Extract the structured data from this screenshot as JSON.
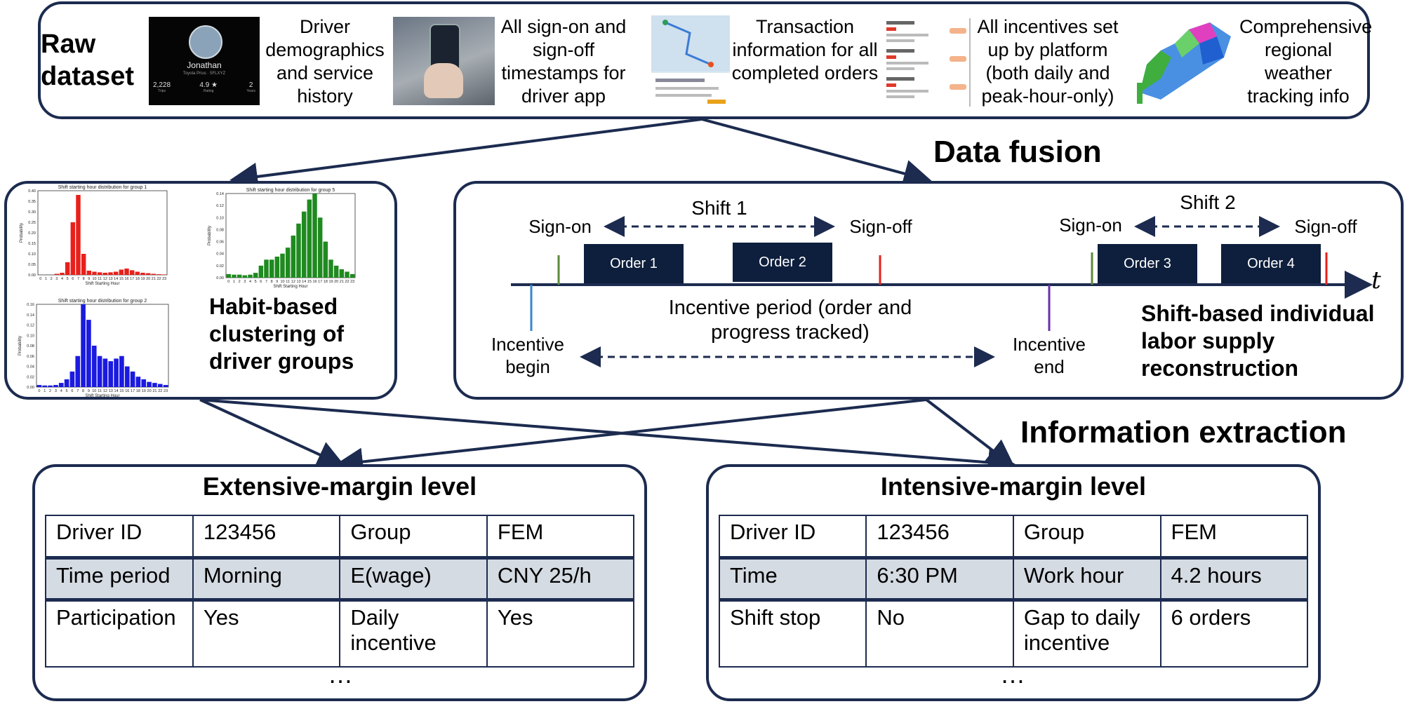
{
  "colors": {
    "navy": "#1c2b4f",
    "order_fill": "#0e1f3d",
    "row_shade": "#d5dbe3",
    "group1_bars": "#e8201b",
    "group5_bars": "#1f8a1f",
    "group2_bars": "#1a1ae0",
    "signon_tick": "#5b8a3a",
    "signoff_tick": "#e8201b",
    "incentive_begin_tick": "#3a86c8",
    "incentive_end_tick": "#6a2fa8"
  },
  "raw_dataset": {
    "title": "Raw dataset",
    "items": [
      {
        "icon": "driver-profile-thumbnail",
        "text": "Driver demographics and service history"
      },
      {
        "icon": "phone-in-car-photo",
        "text": "All sign-on and sign-off timestamps for driver app"
      },
      {
        "icon": "route-map-screenshot",
        "text": "Transaction information for all completed orders"
      },
      {
        "icon": "incentive-list-screenshot",
        "text": "All incentives set up by platform (both daily and peak-hour-only)"
      },
      {
        "icon": "weather-map-thumbnail",
        "text": "Comprehensive regional weather tracking info"
      }
    ],
    "profile_card": {
      "name": "Jonathan",
      "subtitle": "Toyota Prius · 5FLXYZ",
      "stats": [
        {
          "value": "2,228",
          "label": "Trips"
        },
        {
          "value": "4.9 ★",
          "label": "Rating"
        },
        {
          "value": "2",
          "label": "Years"
        }
      ]
    }
  },
  "section_labels": {
    "data_fusion": "Data fusion",
    "information_extraction": "Information extraction"
  },
  "clustering": {
    "caption": "Habit-based clustering of driver groups",
    "hour_ticks": [
      "0",
      "1",
      "2",
      "3",
      "4",
      "5",
      "6",
      "7",
      "8",
      "9",
      "10",
      "11",
      "12",
      "13",
      "14",
      "15",
      "16",
      "17",
      "18",
      "19",
      "20",
      "21",
      "22",
      "23"
    ]
  },
  "chart_data": [
    {
      "type": "bar",
      "title": "Shift starting hour distribution for group 1",
      "xlabel": "Shift Starting Hour",
      "ylabel": "Probability",
      "categories": [
        "0",
        "1",
        "2",
        "3",
        "4",
        "5",
        "6",
        "7",
        "8",
        "9",
        "10",
        "11",
        "12",
        "13",
        "14",
        "15",
        "16",
        "17",
        "18",
        "19",
        "20",
        "21",
        "22",
        "23"
      ],
      "values": [
        0.0,
        0.0,
        0.0,
        0.005,
        0.01,
        0.06,
        0.25,
        0.38,
        0.1,
        0.02,
        0.015,
        0.012,
        0.01,
        0.012,
        0.015,
        0.025,
        0.03,
        0.022,
        0.015,
        0.01,
        0.008,
        0.005,
        0.003,
        0.002
      ],
      "ylim": [
        0,
        0.4
      ],
      "yticks": [
        "0.00",
        "0.05",
        "0.10",
        "0.15",
        "0.20",
        "0.25",
        "0.30",
        "0.35",
        "0.40"
      ],
      "color": "#e8201b"
    },
    {
      "type": "bar",
      "title": "Shift starting hour distribution for group 5",
      "xlabel": "Shift Starting Hour",
      "ylabel": "Probability",
      "categories": [
        "0",
        "1",
        "2",
        "3",
        "4",
        "5",
        "6",
        "7",
        "8",
        "9",
        "10",
        "11",
        "12",
        "13",
        "14",
        "15",
        "16",
        "17",
        "18",
        "19",
        "20",
        "21",
        "22",
        "23"
      ],
      "values": [
        0.006,
        0.005,
        0.005,
        0.004,
        0.005,
        0.008,
        0.02,
        0.03,
        0.03,
        0.035,
        0.04,
        0.05,
        0.07,
        0.09,
        0.11,
        0.13,
        0.14,
        0.1,
        0.06,
        0.03,
        0.02,
        0.014,
        0.01,
        0.006
      ],
      "ylim": [
        0,
        0.14
      ],
      "yticks": [
        "0.00",
        "0.02",
        "0.04",
        "0.06",
        "0.08",
        "0.10",
        "0.12",
        "0.14"
      ],
      "color": "#1f8a1f"
    },
    {
      "type": "bar",
      "title": "Shift starting hour distribution for group 2",
      "xlabel": "Shift Starting Hour",
      "ylabel": "Probability",
      "categories": [
        "0",
        "1",
        "2",
        "3",
        "4",
        "5",
        "6",
        "7",
        "8",
        "9",
        "10",
        "11",
        "12",
        "13",
        "14",
        "15",
        "16",
        "17",
        "18",
        "19",
        "20",
        "21",
        "22",
        "23"
      ],
      "values": [
        0.004,
        0.003,
        0.003,
        0.004,
        0.008,
        0.015,
        0.03,
        0.06,
        0.165,
        0.13,
        0.08,
        0.06,
        0.055,
        0.05,
        0.055,
        0.06,
        0.04,
        0.03,
        0.02,
        0.015,
        0.01,
        0.008,
        0.006,
        0.004
      ],
      "ylim": [
        0,
        0.16
      ],
      "yticks": [
        "0.00",
        "0.02",
        "0.04",
        "0.06",
        "0.08",
        "0.10",
        "0.12",
        "0.14",
        "0.16"
      ],
      "color": "#1a1ae0"
    }
  ],
  "timeline": {
    "caption": "Shift-based individual labor supply reconstruction",
    "axis_label": "t",
    "shift1": "Shift 1",
    "shift2": "Shift 2",
    "sign_on": "Sign-on",
    "sign_off": "Sign-off",
    "orders": [
      "Order 1",
      "Order 2",
      "Order 3",
      "Order 4"
    ],
    "incentive_begin": "Incentive begin",
    "incentive_end": "Incentive end",
    "incentive_period": "Incentive period (order and progress tracked)"
  },
  "extensive": {
    "title": "Extensive-margin level",
    "rows": [
      [
        "Driver ID",
        "123456",
        "Group",
        "FEM"
      ],
      [
        "Time period",
        "Morning",
        "E(wage)",
        "CNY 25/h"
      ],
      [
        "Participation",
        "Yes",
        "Daily incentive",
        "Yes"
      ]
    ],
    "ellipsis": "…"
  },
  "intensive": {
    "title": "Intensive-margin level",
    "rows": [
      [
        "Driver ID",
        "123456",
        "Group",
        "FEM"
      ],
      [
        "Time",
        "6:30 PM",
        "Work hour",
        "4.2 hours"
      ],
      [
        "Shift stop",
        "No",
        "Gap to daily incentive",
        "6 orders"
      ]
    ],
    "ellipsis": "…"
  }
}
